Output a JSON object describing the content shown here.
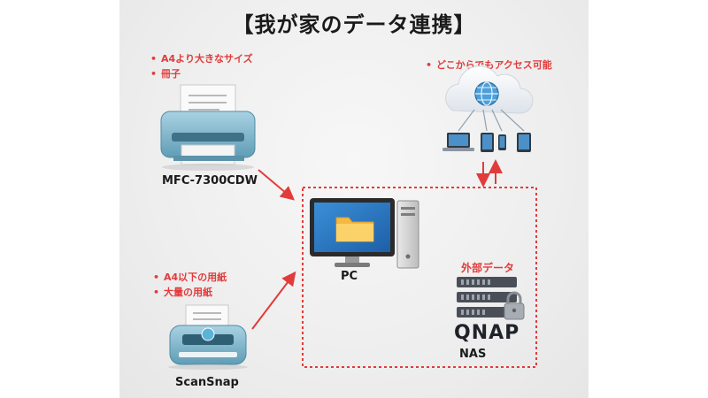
{
  "title": "【我が家のデータ連携】",
  "printer": {
    "name": "MFC-7300CDW",
    "notes": [
      "A4より大きなサイズ",
      "冊子"
    ]
  },
  "scanner": {
    "name": "ScanSnap",
    "notes": [
      "A4以下の用紙",
      "大量の用紙"
    ]
  },
  "pc": {
    "label": "PC"
  },
  "nas": {
    "label": "NAS",
    "brand": "QNAP",
    "tag": "外部データ"
  },
  "cloud": {
    "note": "どこからでもアクセス可能"
  },
  "colors": {
    "accent_red": "#e23b3b",
    "device_blue": "#7fb6cc",
    "nas_gray": "#4a4f57"
  },
  "bullet": "•"
}
